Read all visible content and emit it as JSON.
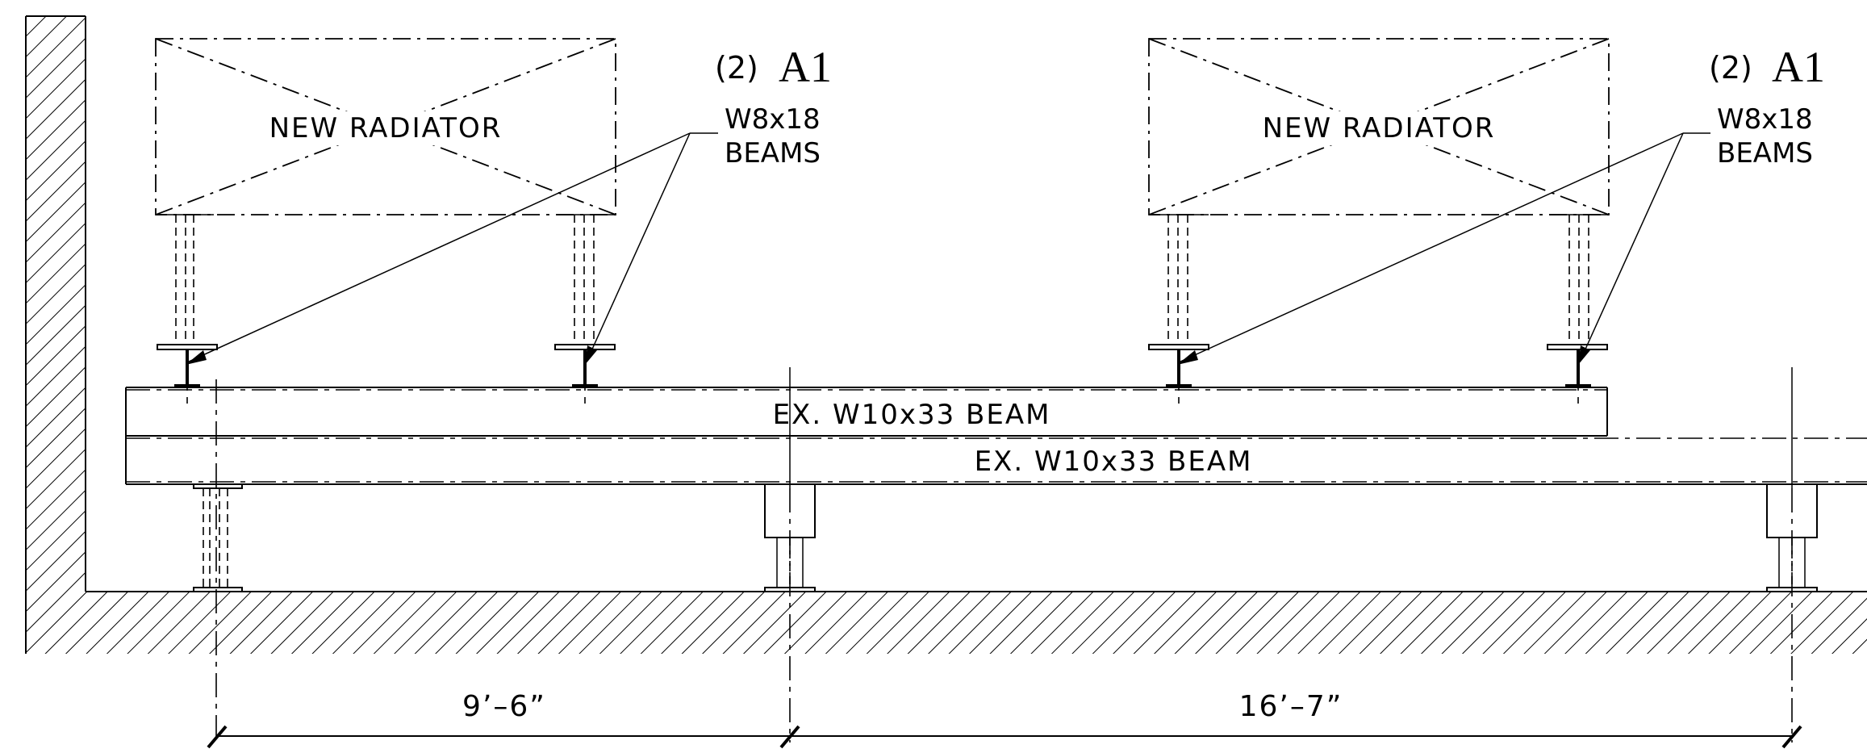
{
  "radiators": [
    {
      "label": "NEW  RADIATOR"
    },
    {
      "label": "NEW  RADIATOR"
    }
  ],
  "callouts": [
    {
      "count": "(2)",
      "mark": "A1",
      "line1": "W8x18",
      "line2": "BEAMS"
    },
    {
      "count": "(2)",
      "mark": "A1",
      "line1": "W8x18",
      "line2": "BEAMS"
    }
  ],
  "beams": {
    "upper": "EX.  W10x33  BEAM",
    "lower": "EX.  W10x33  BEAM"
  },
  "dimensions": {
    "left": "9’–6”",
    "right": "16’–7”"
  }
}
